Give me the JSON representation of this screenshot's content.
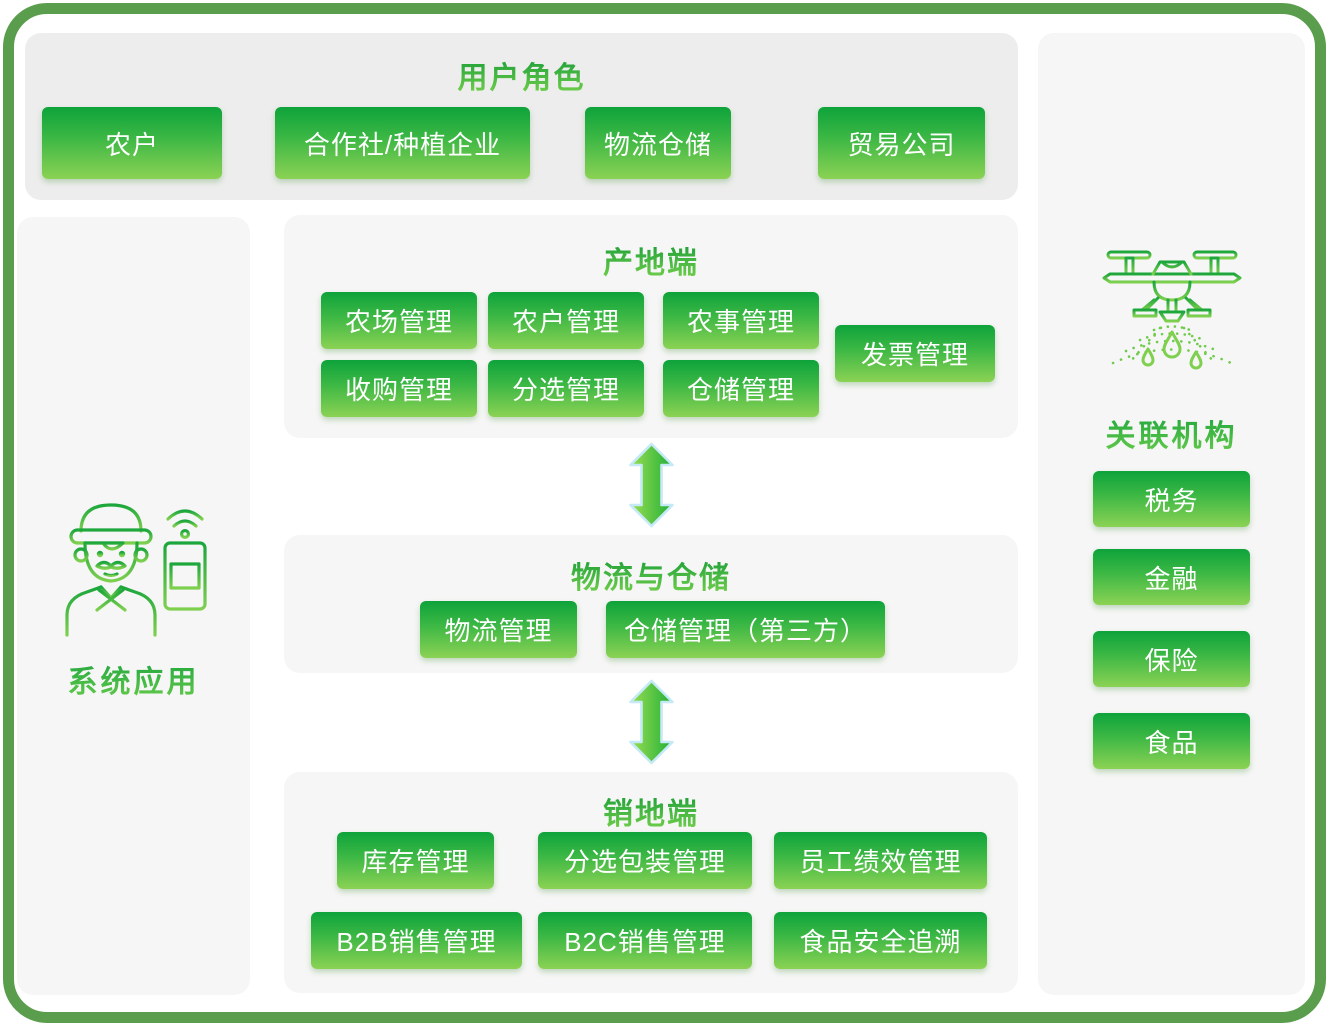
{
  "colors": {
    "frame_border": "#5a9e4d",
    "top_panel_bg": "#ededed",
    "panel_bg": "#f6f6f6",
    "button_green_top": "#0ea33b",
    "button_green_bottom": "#8bd254",
    "title_green_top": "#1b9e38",
    "title_green_bottom": "#74d14c",
    "arrow_outline_blue": "#c5eaf6",
    "button_text": "#ffffff"
  },
  "icons": {
    "system_app": "farmer-with-smartphone-icon",
    "institutions": "agricultural-spray-drone-icon",
    "flow": "double-headed-vertical-arrow-icon"
  },
  "user_roles": {
    "title": "用户角色",
    "buttons": [
      "农户",
      "合作社/种植企业",
      "物流仓储",
      "贸易公司"
    ]
  },
  "system_app": {
    "label": "系统应用"
  },
  "production": {
    "title": "产地端",
    "row1": [
      "农场管理",
      "农户管理",
      "农事管理"
    ],
    "side": "发票管理",
    "row2": [
      "收购管理",
      "分选管理",
      "仓储管理"
    ]
  },
  "logistics": {
    "title": "物流与仓储",
    "buttons": [
      "物流管理",
      "仓储管理（第三方）"
    ]
  },
  "sales": {
    "title": "销地端",
    "row1": [
      "库存管理",
      "分选包装管理",
      "员工绩效管理"
    ],
    "row2": [
      "B2B销售管理",
      "B2C销售管理",
      "食品安全追溯"
    ]
  },
  "institutions": {
    "title": "关联机构",
    "buttons": [
      "税务",
      "金融",
      "保险",
      "食品"
    ]
  }
}
